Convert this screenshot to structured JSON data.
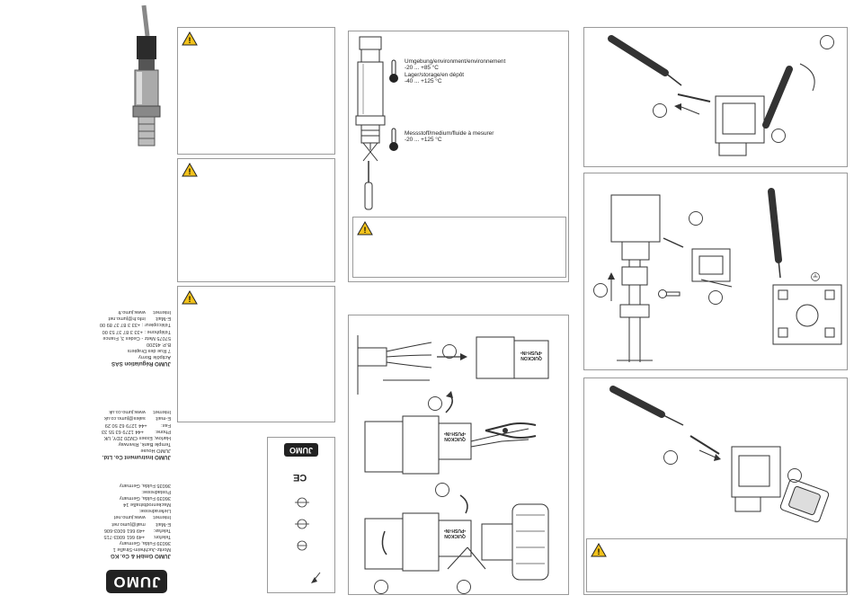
{
  "company_blocks": [
    {
      "title": "JUMO GmbH & Co. KG",
      "lines": [
        "Moritz-Juchheim-Straße 1",
        "36039 Fulda, Germany",
        "Telefon:      +49 661 6003-715",
        "Telefax:      +49 661 6003-606",
        "E-Mail:       mail@jumo.net",
        "Internet:     www.jumo.net",
        "Lieferadresse:",
        "Mackenrodtstraße 14",
        "36039 Fulda, Germany",
        "Postadresse:",
        "36035 Fulda, Germany"
      ]
    },
    {
      "title": "JUMO Instrument Co. Ltd.",
      "lines": [
        "JUMO House",
        "Temple Bank, Riverway",
        "Harlow, Essex CM20 2DY, UK",
        "Phone:        +44 1279 63 55 33",
        "Fax:          +44 1279 62 50 29",
        "E-mail:       sales@jumo.co.uk",
        "Internet:     www.jumo.co.uk"
      ]
    },
    {
      "title": "JUMO Régulation SAS",
      "lines": [
        "Actipôle Borny",
        "7 Rue des Drapiers",
        "B.P. 45200",
        "57075 Metz - Cedex 3, France",
        "Téléphone : +33 3 87 37 53 00",
        "Télécopieur : +33 3 87 37 89 00",
        "E-Mail:       info.fr@jumo.net",
        "Internet:     www.jumo.fr"
      ]
    }
  ],
  "logo_text": "JUMO",
  "ce_mark": "CE",
  "thermo_labels": {
    "ambient": [
      "Umgebung/environment/environnement",
      "-20 ... +85 °C",
      "Lager/storage/en dépôt",
      "-40 ... +125 °C"
    ],
    "medium": [
      "Messstoff/medium/fluide à mesurer",
      "-20 ... +125 °C"
    ]
  },
  "connector_labels": {
    "brand": "QUICKON",
    "marking": "•PUSH-IN•"
  },
  "colors": {
    "warning_fill": "#f2c21b",
    "panel_border": "#9a9a9a",
    "line": "#333333"
  },
  "icons": [
    "warning-icon",
    "thermometer-icon",
    "screwdriver-icon",
    "wrench-icon",
    "pliers-icon",
    "ground-icon"
  ]
}
